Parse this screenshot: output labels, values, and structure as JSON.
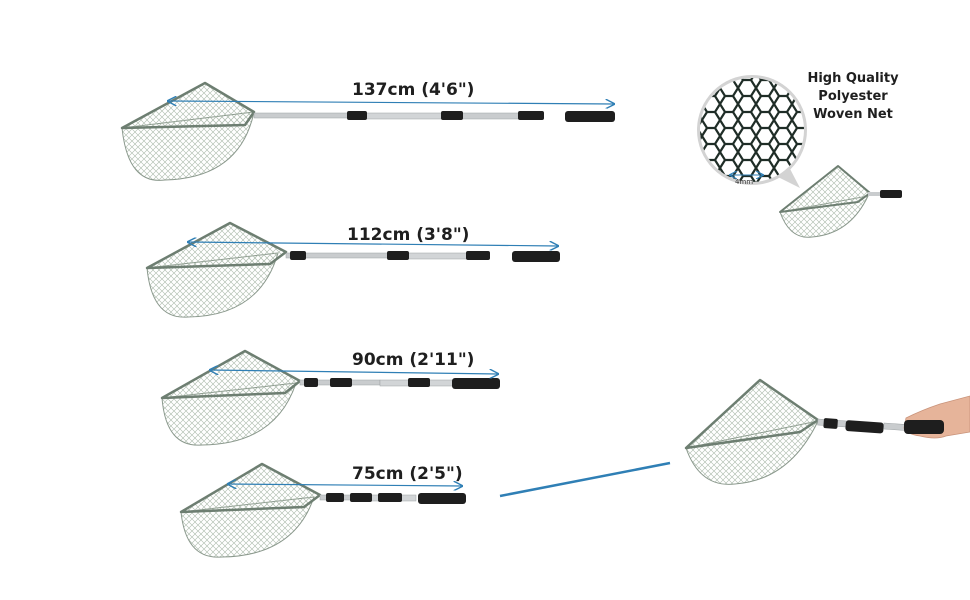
{
  "lengths": [
    {
      "label": "137cm (4'6\")"
    },
    {
      "label": "112cm (3'8\")"
    },
    {
      "label": "90cm (2'11\")"
    },
    {
      "label": "75cm (2'5\")"
    }
  ],
  "net_feature": {
    "title_line1": "High Quality",
    "title_line2": "Polyester",
    "title_line3": "Woven Net",
    "mesh_size": "4mm"
  },
  "colors": {
    "measure_line": "#2f7fb5",
    "frame": "#7d8f80",
    "mesh": "#b9c6bb",
    "pole": "#c9ccce",
    "handle": "#1e1e1e",
    "mesh_dark": "#23303a",
    "inset_ring": "#d3d3d3"
  }
}
